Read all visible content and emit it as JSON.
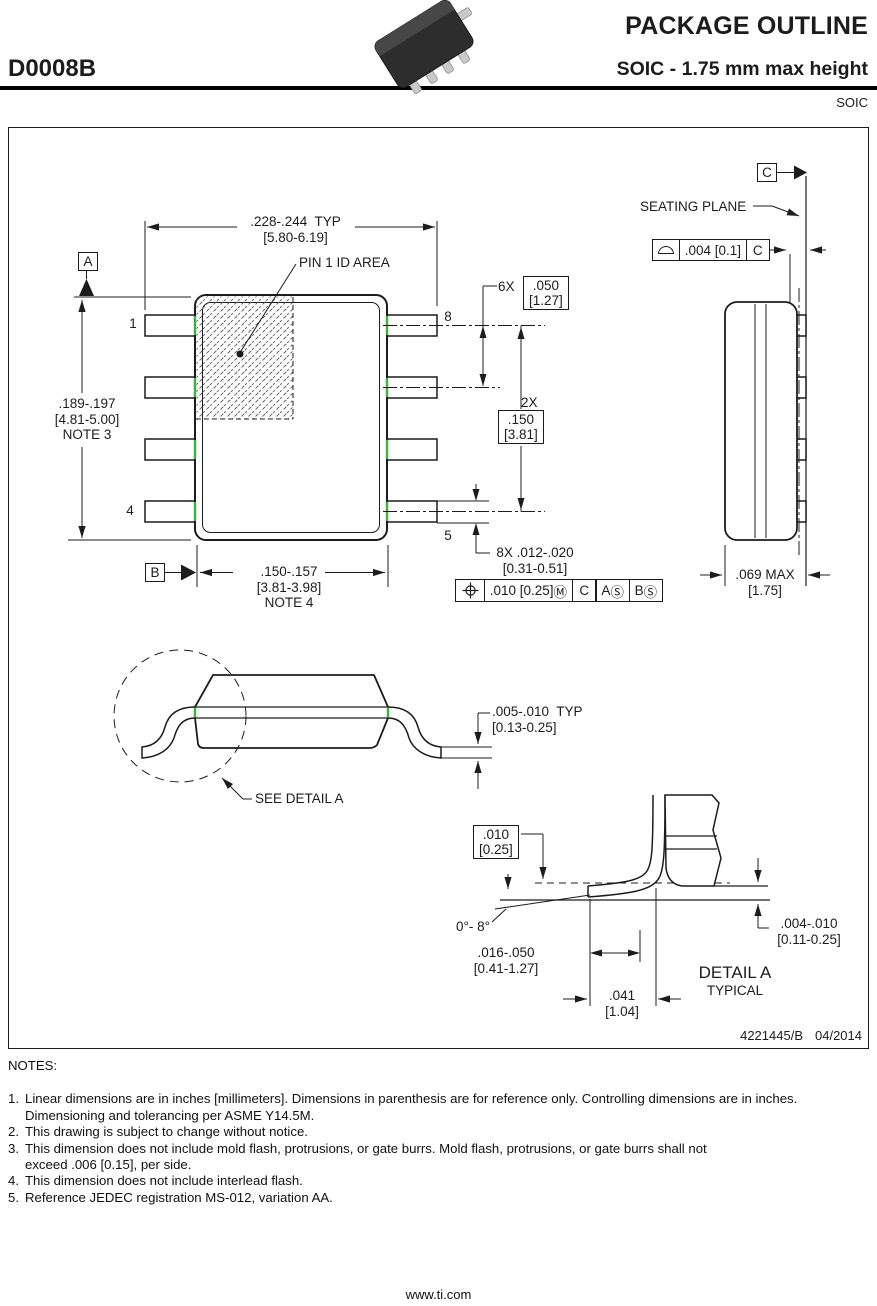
{
  "header": {
    "title": "PACKAGE OUTLINE",
    "part_number": "D0008B",
    "subtitle": "SOIC - 1.75 mm max height",
    "package_family": "SOIC",
    "chip_icon": "soic-8-chip-3d-icon"
  },
  "top_view": {
    "width_dim": ".228-.244  TYP",
    "width_dim_mm": "[5.80-6.19]",
    "pin1_label": "PIN 1 ID AREA",
    "datum_a": "A",
    "datum_b": "B",
    "pin1": "1",
    "pin4": "4",
    "pin5": "5",
    "pin8": "8",
    "length_dim": ".189-.197",
    "length_dim_mm": "[4.81-5.00]",
    "length_note": "NOTE 3",
    "body_width_dim": ".150-.157",
    "body_width_dim_mm": "[3.81-3.98]",
    "body_width_note": "NOTE 4",
    "pitch_qty": "6X",
    "pitch_dim": ".050",
    "pitch_dim_mm": "[1.27]",
    "span_qty": "2X",
    "span_dim": ".150",
    "span_dim_mm": "[3.81]",
    "lead_width_dim": "8X .012-.020",
    "lead_width_dim_mm": "[0.31-0.51]",
    "position_fcf": {
      "tolerance": ".010 [0.25]",
      "material_modifier": "Ⓜ",
      "primary_datum": "C",
      "secondary_datum": "A",
      "secondary_modifier": "Ⓢ",
      "tertiary_datum": "B",
      "tertiary_modifier": "Ⓢ"
    }
  },
  "side_view": {
    "datum_c": "C",
    "seating_plane_label": "SEATING PLANE",
    "profile_fcf": {
      "tolerance": ".004 [0.1]",
      "datum": "C"
    },
    "height_dim": ".069 MAX",
    "height_dim_mm": "[1.75]"
  },
  "front_view": {
    "lead_thickness_dim": ".005-.010  TYP",
    "lead_thickness_dim_mm": "[0.13-0.25]",
    "see_detail_label": "SEE DETAIL A"
  },
  "detail_a": {
    "gauge_dim": ".010",
    "gauge_dim_mm": "[0.25]",
    "angle_dim": "0°- 8°",
    "foot_dim": ".016-.050",
    "foot_dim_mm": "[0.41-1.27]",
    "lead_dim": ".041",
    "lead_dim_mm": "[1.04]",
    "standoff_dim": ".004-.010",
    "standoff_dim_mm": "[0.11-0.25]",
    "title": "DETAIL A",
    "subtitle": "TYPICAL"
  },
  "title_block": {
    "doc_number": "4221445/B",
    "revision_date": "04/2014"
  },
  "notes": {
    "heading": "NOTES:",
    "items": [
      {
        "num": "1.",
        "lines": [
          "Linear dimensions are in inches [millimeters]. Dimensions in parenthesis are for reference only. Controlling dimensions are in inches.",
          "Dimensioning and tolerancing per ASME Y14.5M."
        ]
      },
      {
        "num": "2.",
        "lines": [
          "This drawing is subject to change without notice."
        ]
      },
      {
        "num": "3.",
        "lines": [
          "This dimension does not include mold flash, protrusions, or gate burrs. Mold flash, protrusions, or gate burrs shall not",
          "exceed .006 [0.15], per side."
        ]
      },
      {
        "num": "4.",
        "lines": [
          "This dimension does not include interlead flash."
        ]
      },
      {
        "num": "5.",
        "lines": [
          "Reference JEDEC registration MS-012, variation AA."
        ]
      }
    ]
  },
  "footer": {
    "url": "www.ti.com"
  },
  "colors": {
    "line": "#1c1c1c",
    "accent_green": "#3fae49"
  }
}
